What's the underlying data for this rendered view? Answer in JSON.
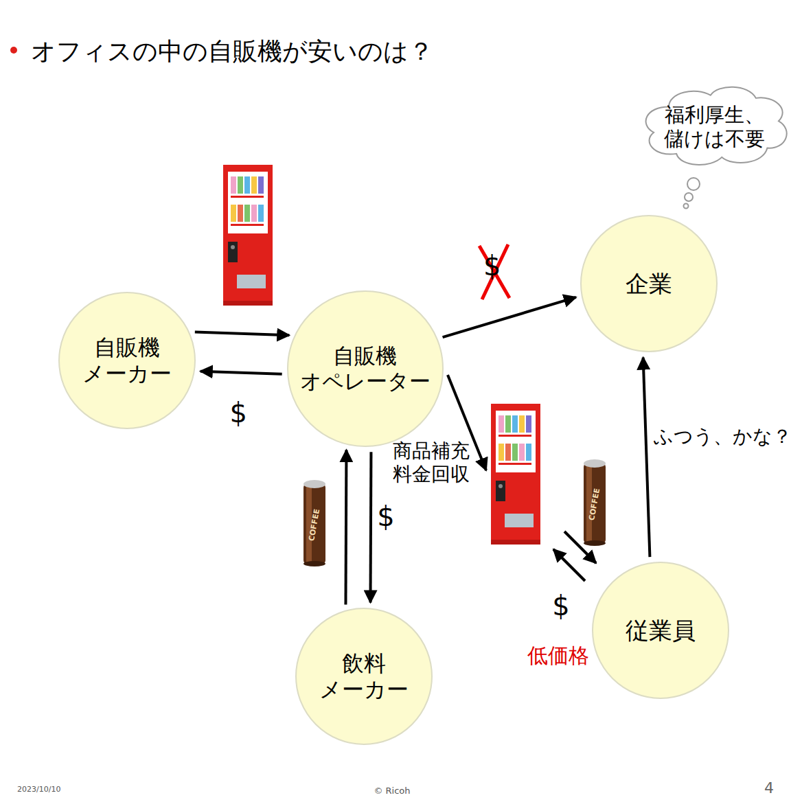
{
  "diagram": {
    "title": "オフィスの中の自販機が安いのは？",
    "nodes": [
      {
        "text": [
          "福利厚生、 儲けは不要"
        ]
      },
      {
        "text": [
          "企業"
        ]
      },
      {
        "text": [
          "自販機 メーカー"
        ]
      },
      {
        "text": [
          "自販機 オペレーター"
        ]
      },
      {
        "text": [
          "従業員"
        ]
      },
      {
        "text": [
          "飲料 メーカー"
        ]
      }
    ],
    "edges": [
      {
        "from": 2,
        "to": 3,
        "arrow": "to"
      },
      {
        "from": 3,
        "to": 2,
        "label": "$",
        "arrow": "to"
      },
      {
        "from": 3,
        "to": 1,
        "label": "$",
        "arrow": "to"
      },
      {
        "from": 5,
        "to": 3,
        "arrow": "to"
      },
      {
        "from": 3,
        "to": 5,
        "label": "$",
        "arrow": "to"
      },
      {
        "from": 4,
        "to": 1,
        "label": "ふつう、かな？",
        "arrow": "to"
      }
    ],
    "labels": [
      "商品補充 料金回収",
      "$",
      "低価格",
      "2023/10/10",
      "© Ricoh",
      "4",
      "COFFEE",
      "COFFEE"
    ]
  }
}
